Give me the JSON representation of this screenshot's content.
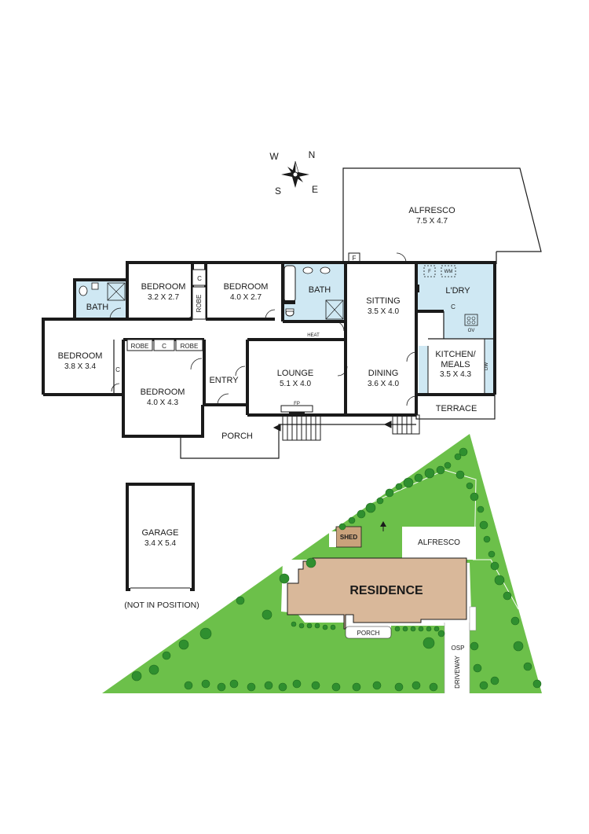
{
  "compass": {
    "w": "W",
    "n": "N",
    "s": "S",
    "e": "E"
  },
  "rooms": {
    "alfresco": {
      "label": "ALFRESCO",
      "dims": "7.5 X 4.7"
    },
    "bath_left": {
      "label": "BATH"
    },
    "bedroom_1": {
      "label": "BEDROOM",
      "dims": "3.2 X 2.7"
    },
    "bedroom_2": {
      "label": "BEDROOM",
      "dims": "4.0 X 2.7"
    },
    "bath_main": {
      "label": "BATH"
    },
    "sitting": {
      "label": "SITTING",
      "dims": "3.5 X 4.0"
    },
    "laundry": {
      "label": "L'DRY"
    },
    "bedroom_3": {
      "label": "BEDROOM",
      "dims": "3.8 X 3.4"
    },
    "bedroom_4": {
      "label": "BEDROOM",
      "dims": "4.0 X 4.3"
    },
    "entry": {
      "label": "ENTRY"
    },
    "lounge": {
      "label": "LOUNGE",
      "dims": "5.1 X 4.0"
    },
    "dining": {
      "label": "DINING",
      "dims": "3.6 X 4.0"
    },
    "kitchen": {
      "label_line1": "KITCHEN/",
      "label_line2": "MEALS",
      "dims": "3.5 X 4.3"
    },
    "terrace": {
      "label": "TERRACE"
    },
    "porch": {
      "label": "PORCH"
    }
  },
  "fixtures": {
    "robe": "ROBE",
    "cupboard": "C",
    "fridge": "F",
    "washing_machine": "WM",
    "oven": "OV",
    "dishwasher": "DW",
    "heater": "HEAT",
    "fireplace": "FP"
  },
  "garage": {
    "label": "GARAGE",
    "dims": "3.4 X 5.4",
    "note": "(NOT IN POSITION)"
  },
  "site": {
    "residence": "RESIDENCE",
    "shed": "SHED",
    "alfresco": "ALFRESCO",
    "porch": "PORCH",
    "osp": "OSP",
    "driveway": "DRIVEWAY"
  },
  "colors": {
    "wall": "#1a1a1a",
    "wet_area": "#cfe8f3",
    "lawn": "#6cc04a",
    "residence": "#d9b89a",
    "tree": "#2f8f2f",
    "shed": "#c9a27c"
  }
}
